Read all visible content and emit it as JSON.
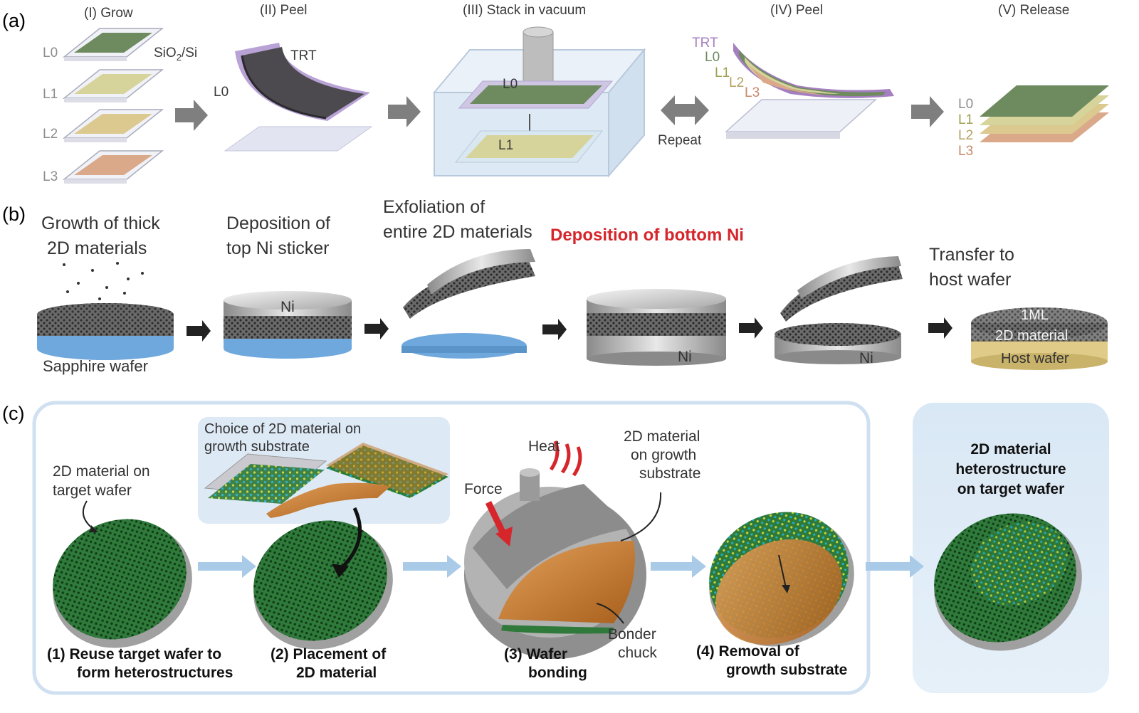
{
  "panel_a": {
    "label": "(a)",
    "steps": [
      "(I) Grow",
      "(II) Peel",
      "(III) Stack in vacuum",
      "(IV) Peel",
      "(V) Release"
    ],
    "layers": [
      "L0",
      "L1",
      "L2",
      "L3"
    ],
    "substrate_main": "SiO",
    "substrate_sub": "2",
    "substrate_tail": "/Si",
    "trt": "TRT",
    "repeat": "Repeat"
  },
  "panel_b": {
    "label": "(b)",
    "step1_line1": "Growth of thick",
    "step1_line2": "2D materials",
    "step2_line1": "Deposition of",
    "step2_line2": "top Ni sticker",
    "step3_line1": "Exfoliation of",
    "step3_line2": "entire 2D materials",
    "step4": "Deposition of bottom Ni",
    "step5_line1": "Transfer to",
    "step5_line2": "host wafer",
    "sapphire": "Sapphire wafer",
    "ni": "Ni",
    "oneml": "1ML",
    "material": "2D material",
    "host": "Host wafer"
  },
  "panel_c": {
    "label": "(c)",
    "target_line1": "2D material on",
    "target_line2": "target wafer",
    "choice_line1": "Choice of 2D material on",
    "choice_line2": "growth substrate",
    "heat": "Heat",
    "force": "Force",
    "gs_line1": "2D material",
    "gs_line2": "on growth",
    "gs_line3": "substrate",
    "chuck_line1": "Bonder",
    "chuck_line2": "chuck",
    "step1_line1": "(1) Reuse target wafer to",
    "step1_line2": "form heterostructures",
    "step2_line1": "(2) Placement of",
    "step2_line2": "2D material",
    "step3_line1": "(3) Wafer",
    "step3_line2": "bonding",
    "step4_line1": "(4) Removal of",
    "step4_line2": "growth substrate",
    "final_line1": "2D material",
    "final_line2": "heterostructure",
    "final_line3": "on target wafer"
  },
  "colors": {
    "layer_L0": "#6e8a5f",
    "layer_L1": "#d6d49a",
    "layer_L2": "#dcc98f",
    "layer_L3": "#d9a98a",
    "trt": "#a57fc0",
    "arrow_gray": "#7f7f7f",
    "arrow_blue": "#a9cbe8",
    "accent_red": "#d6262b",
    "wafer_green": "#2f7a3a",
    "growth_orange": "#c57a2a",
    "sapphire_blue": "#6fa8dc",
    "host_yellow": "#e0cc88"
  }
}
